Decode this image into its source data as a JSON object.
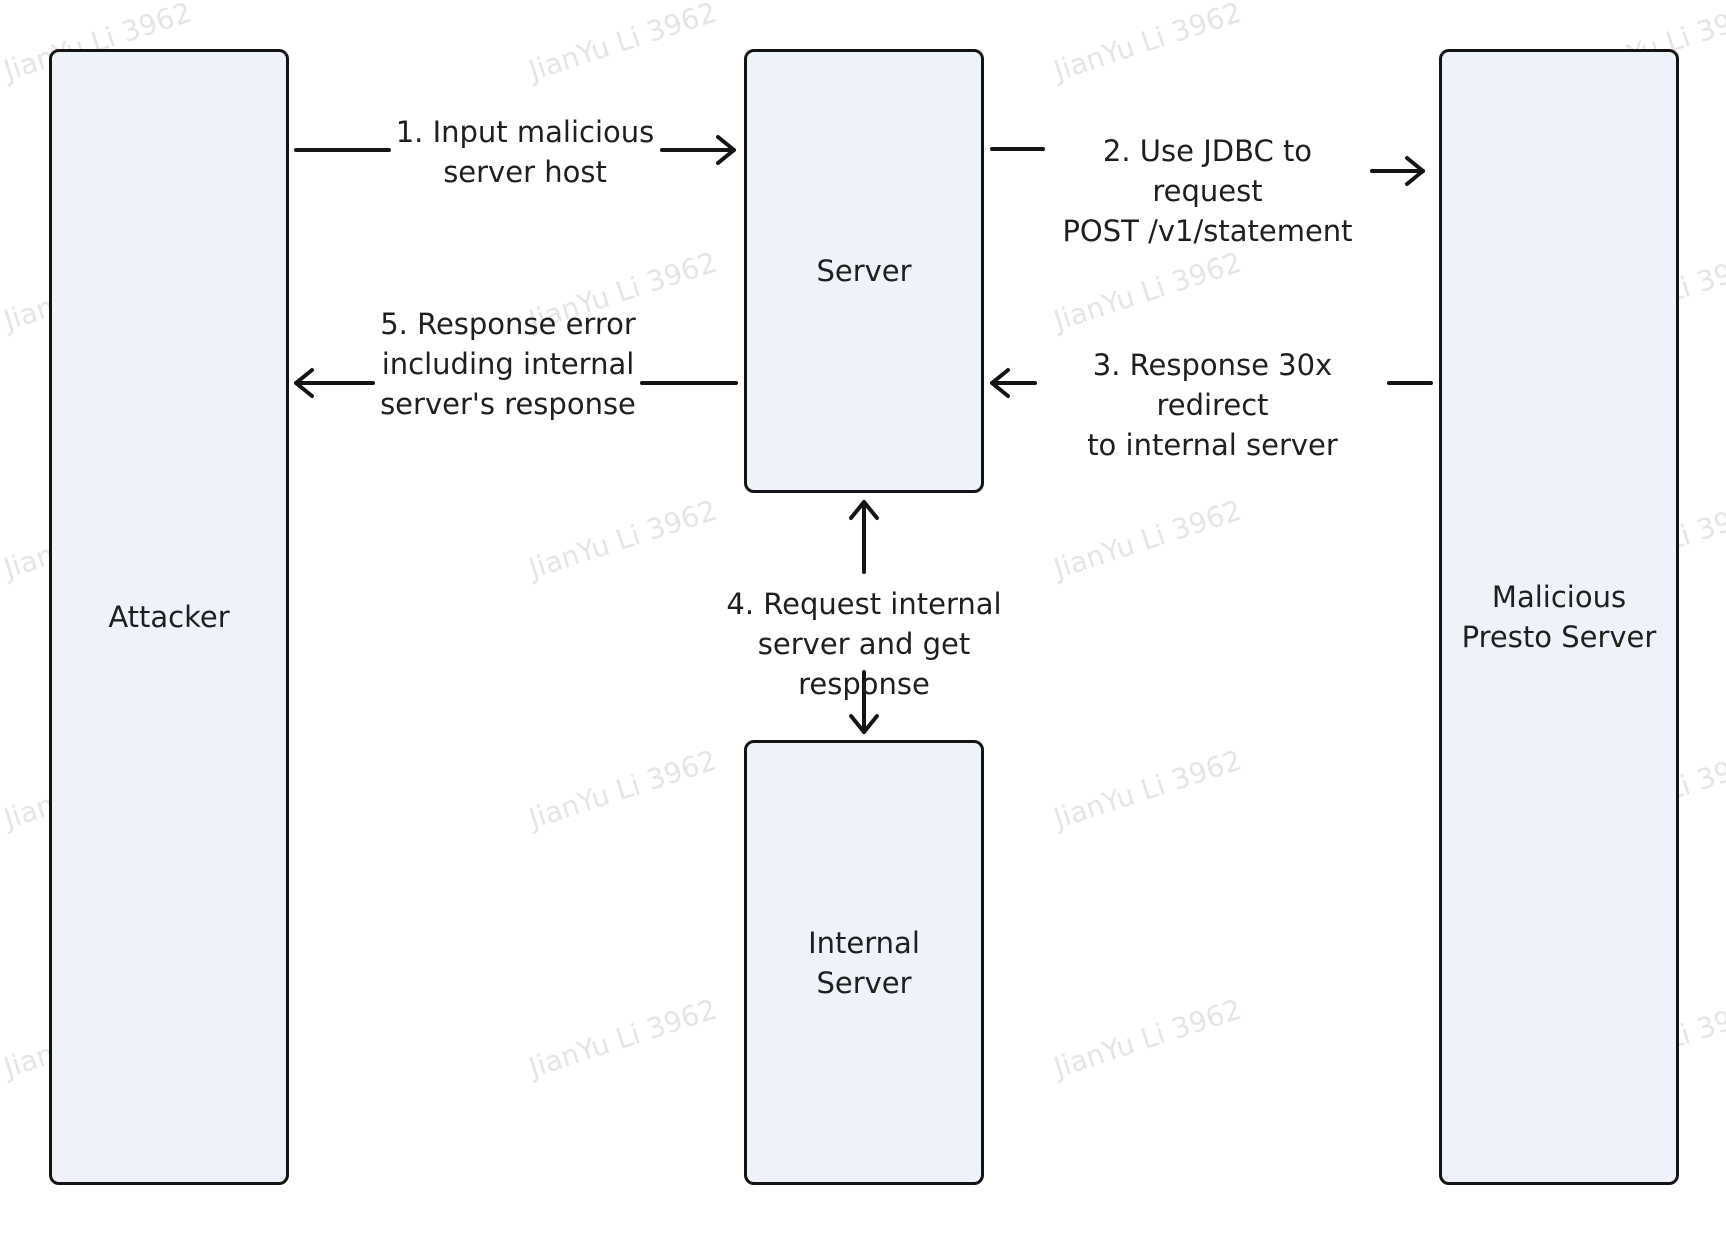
{
  "nodes": {
    "attacker": {
      "label": "Attacker"
    },
    "server": {
      "label": "Server"
    },
    "internal_server": {
      "label": "Internal\nServer"
    },
    "malicious_presto_server": {
      "label": "Malicious\nPresto Server"
    }
  },
  "edges": {
    "step1": {
      "label": "1. Input malicious\nserver host"
    },
    "step2": {
      "label": "2. Use JDBC to request\nPOST /v1/statement"
    },
    "step3": {
      "label": "3. Response 30x redirect\nto internal server"
    },
    "step4": {
      "label": "4. Request internal\nserver and get response"
    },
    "step5": {
      "label": "5. Response error\nincluding internal\nserver's response"
    }
  },
  "watermark": {
    "text": "JianYu Li 3962"
  },
  "colors": {
    "box_fill": "#eef2fb",
    "box_stroke": "#141414",
    "text": "#1f1f1f",
    "watermark": "#e5e5e5"
  }
}
